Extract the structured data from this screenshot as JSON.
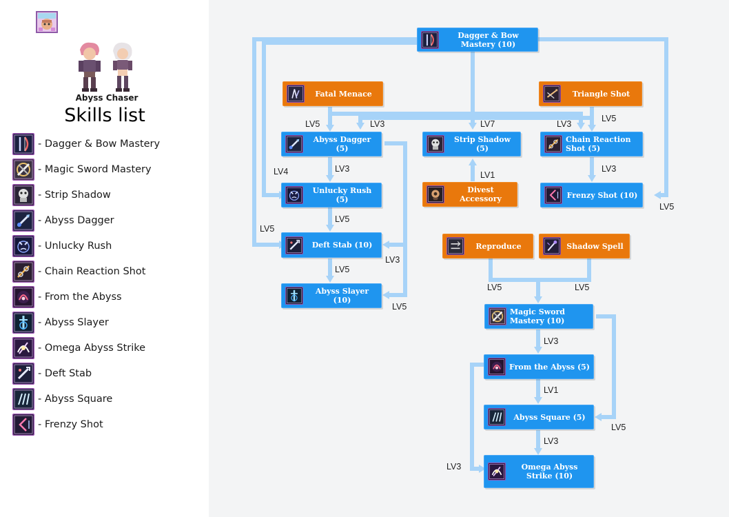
{
  "class_name": "Abyss Chaser",
  "list_title": "Skills list",
  "skills_list": [
    {
      "label": "- Dagger & Bow Mastery",
      "icon": "dagger-bow-mastery-icon"
    },
    {
      "label": "- Magic Sword Mastery",
      "icon": "magic-sword-mastery-icon"
    },
    {
      "label": "- Strip Shadow",
      "icon": "strip-shadow-icon"
    },
    {
      "label": "- Abyss Dagger",
      "icon": "abyss-dagger-icon"
    },
    {
      "label": "- Unlucky Rush",
      "icon": "unlucky-rush-icon"
    },
    {
      "label": "- Chain Reaction Shot",
      "icon": "chain-reaction-shot-icon"
    },
    {
      "label": "- From the Abyss",
      "icon": "from-the-abyss-icon"
    },
    {
      "label": "- Abyss Slayer",
      "icon": "abyss-slayer-icon"
    },
    {
      "label": "- Omega Abyss Strike",
      "icon": "omega-abyss-strike-icon"
    },
    {
      "label": "- Deft Stab",
      "icon": "deft-stab-icon"
    },
    {
      "label": "- Abyss Square",
      "icon": "abyss-square-icon"
    },
    {
      "label": "- Frenzy Shot",
      "icon": "frenzy-shot-icon"
    }
  ],
  "tree_nodes": {
    "dagger_bow_mastery": {
      "label": "Dagger & Bow Mastery (10)",
      "color": "#1f95ef",
      "icon": "dagger-bow-mastery-icon"
    },
    "fatal_menace": {
      "label": "Fatal Menace",
      "color": "#e9780c",
      "icon": "fatal-menace-icon"
    },
    "triangle_shot": {
      "label": "Triangle Shot",
      "color": "#e9780c",
      "icon": "triangle-shot-icon"
    },
    "abyss_dagger": {
      "label": "Abyss Dagger (5)",
      "color": "#1f95ef",
      "icon": "abyss-dagger-icon"
    },
    "strip_shadow": {
      "label": "Strip Shadow (5)",
      "color": "#1f95ef",
      "icon": "strip-shadow-icon"
    },
    "chain_reaction_shot": {
      "label": "Chain Reaction Shot (5)",
      "color": "#1f95ef",
      "icon": "chain-reaction-shot-icon"
    },
    "unlucky_rush": {
      "label": "Unlucky Rush (5)",
      "color": "#1f95ef",
      "icon": "unlucky-rush-icon"
    },
    "divest_accessory": {
      "label": "Divest Accessory",
      "color": "#e9780c",
      "icon": "divest-accessory-icon"
    },
    "frenzy_shot": {
      "label": "Frenzy Shot (10)",
      "color": "#1f95ef",
      "icon": "frenzy-shot-icon"
    },
    "deft_stab": {
      "label": "Deft Stab (10)",
      "color": "#1f95ef",
      "icon": "deft-stab-icon"
    },
    "reproduce": {
      "label": "Reproduce",
      "color": "#e9780c",
      "icon": "reproduce-icon"
    },
    "shadow_spell": {
      "label": "Shadow Spell",
      "color": "#e9780c",
      "icon": "shadow-spell-icon"
    },
    "abyss_slayer": {
      "label": "Abyss Slayer (10)",
      "color": "#1f95ef",
      "icon": "abyss-slayer-icon"
    },
    "magic_sword_mastery": {
      "label": "Magic Sword Mastery (10)",
      "color": "#1f95ef",
      "icon": "magic-sword-mastery-icon"
    },
    "from_the_abyss": {
      "label": "From the Abyss (5)",
      "color": "#1f95ef",
      "icon": "from-the-abyss-icon"
    },
    "abyss_square": {
      "label": "Abyss Square (5)",
      "color": "#1f95ef",
      "icon": "abyss-square-icon"
    },
    "omega_abyss_strike": {
      "label": "Omega Abyss Strike (10)",
      "color": "#1f95ef",
      "icon": "omega-abyss-strike-icon"
    }
  },
  "requirements": [
    {
      "from": "fatal_menace",
      "to": "abyss_dagger",
      "level": "LV5"
    },
    {
      "from": "triangle_shot",
      "to": "abyss_dagger",
      "level": "LV3"
    },
    {
      "from": "dagger_bow_mastery",
      "to": "strip_shadow",
      "level": "LV7"
    },
    {
      "from": "fatal_menace",
      "to": "chain_reaction_shot",
      "level": "LV3"
    },
    {
      "from": "triangle_shot",
      "to": "chain_reaction_shot",
      "level": "LV5"
    },
    {
      "from": "abyss_dagger",
      "to": "unlucky_rush",
      "level": "LV3"
    },
    {
      "from": "dagger_bow_mastery",
      "to": "unlucky_rush",
      "level": "LV4"
    },
    {
      "from": "divest_accessory",
      "to": "strip_shadow",
      "level": "LV1"
    },
    {
      "from": "chain_reaction_shot",
      "to": "frenzy_shot",
      "level": "LV3"
    },
    {
      "from": "dagger_bow_mastery",
      "to": "frenzy_shot",
      "level": "LV5"
    },
    {
      "from": "unlucky_rush",
      "to": "deft_stab",
      "level": "LV5"
    },
    {
      "from": "dagger_bow_mastery",
      "to": "deft_stab",
      "level": "LV5"
    },
    {
      "from": "abyss_dagger",
      "to": "deft_stab",
      "level": "LV3"
    },
    {
      "from": "deft_stab",
      "to": "abyss_slayer",
      "level": "LV5"
    },
    {
      "from": "abyss_dagger",
      "to": "abyss_slayer",
      "level": "LV5"
    },
    {
      "from": "reproduce",
      "to": "magic_sword_mastery",
      "level": "LV5"
    },
    {
      "from": "shadow_spell",
      "to": "magic_sword_mastery",
      "level": "LV5"
    },
    {
      "from": "magic_sword_mastery",
      "to": "from_the_abyss",
      "level": "LV3"
    },
    {
      "from": "from_the_abyss",
      "to": "abyss_square",
      "level": "LV1"
    },
    {
      "from": "magic_sword_mastery",
      "to": "abyss_square",
      "level": "LV5"
    },
    {
      "from": "abyss_square",
      "to": "omega_abyss_strike",
      "level": "LV3"
    },
    {
      "from": "from_the_abyss",
      "to": "omega_abyss_strike",
      "level": "LV3"
    }
  ],
  "colors": {
    "connector": "#a7d3f8",
    "skill_node": "#1f95ef",
    "prerequisite_node": "#e9780c",
    "icon_frame": "#9a4fb0"
  }
}
